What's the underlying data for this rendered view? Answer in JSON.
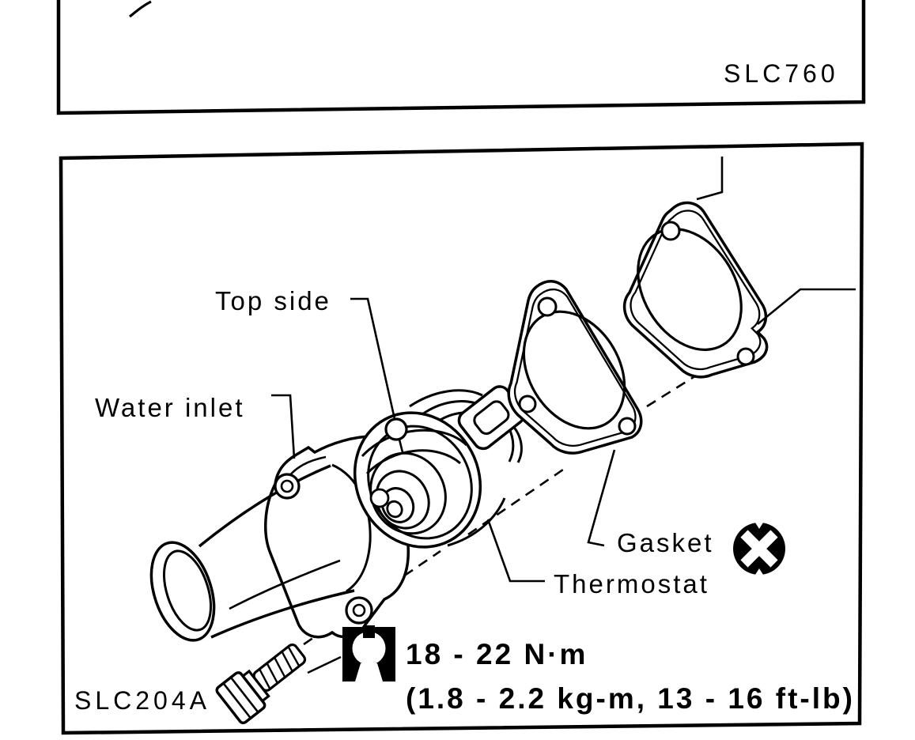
{
  "page": {
    "paper_color": "#ffffff",
    "ink_color": "#000000"
  },
  "top_figure": {
    "code": "SLC760"
  },
  "main_figure": {
    "code": "SLC204A",
    "labels": {
      "top_side": "Top side",
      "water_inlet": "Water inlet",
      "gasket": "Gasket",
      "thermostat": "Thermostat"
    },
    "torque": {
      "metric": "18 - 22 N·m",
      "alternate": "(1.8 - 2.2 kg-m, 13 - 16 ft-lb)"
    },
    "icons": {
      "torque_wrench": "open-end-wrench-icon",
      "replace_part": "x-in-circle-icon"
    }
  }
}
